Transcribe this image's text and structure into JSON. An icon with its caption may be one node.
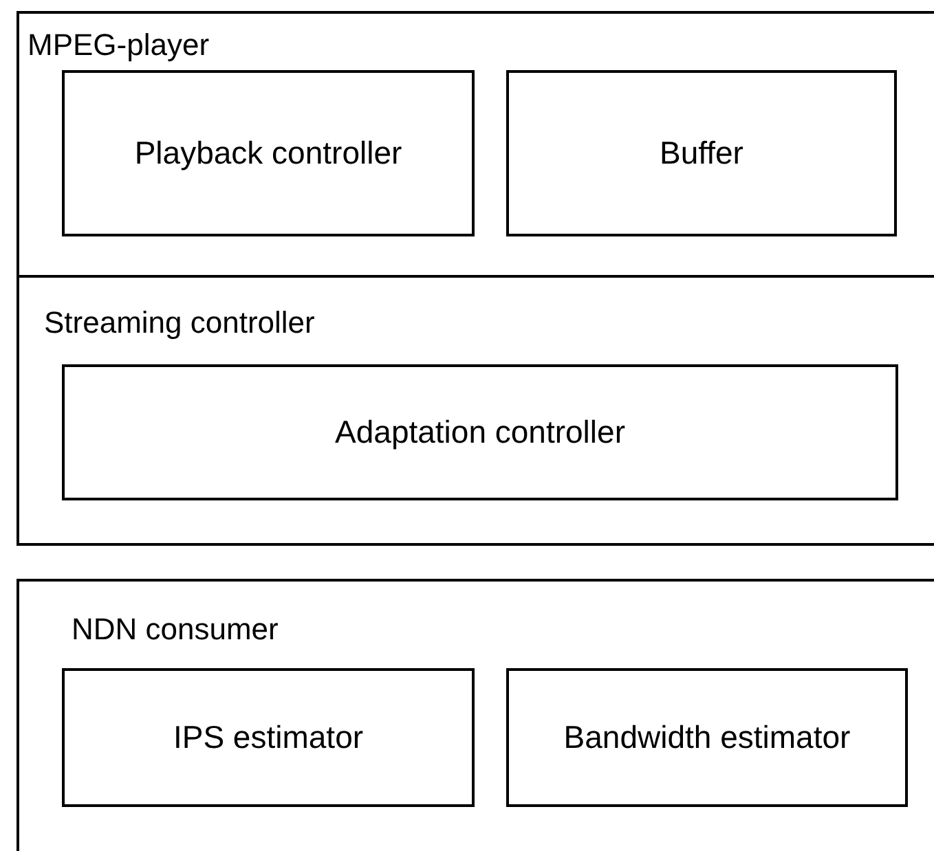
{
  "diagram": {
    "nodes": [
      {
        "text": [
          "MPEG-player"
        ]
      },
      {
        "text": [
          "Playback controller"
        ],
        "in": 0
      },
      {
        "text": [
          "Buffer"
        ],
        "in": 0
      },
      {
        "text": [
          "Streaming controller"
        ]
      },
      {
        "text": [
          "Adaptation controller"
        ],
        "in": 3
      },
      {
        "text": [
          "NDN consumer"
        ]
      },
      {
        "text": [
          "IPS estimator"
        ],
        "in": 5
      },
      {
        "text": [
          "Bandwidth estimator"
        ],
        "in": 5
      }
    ]
  }
}
